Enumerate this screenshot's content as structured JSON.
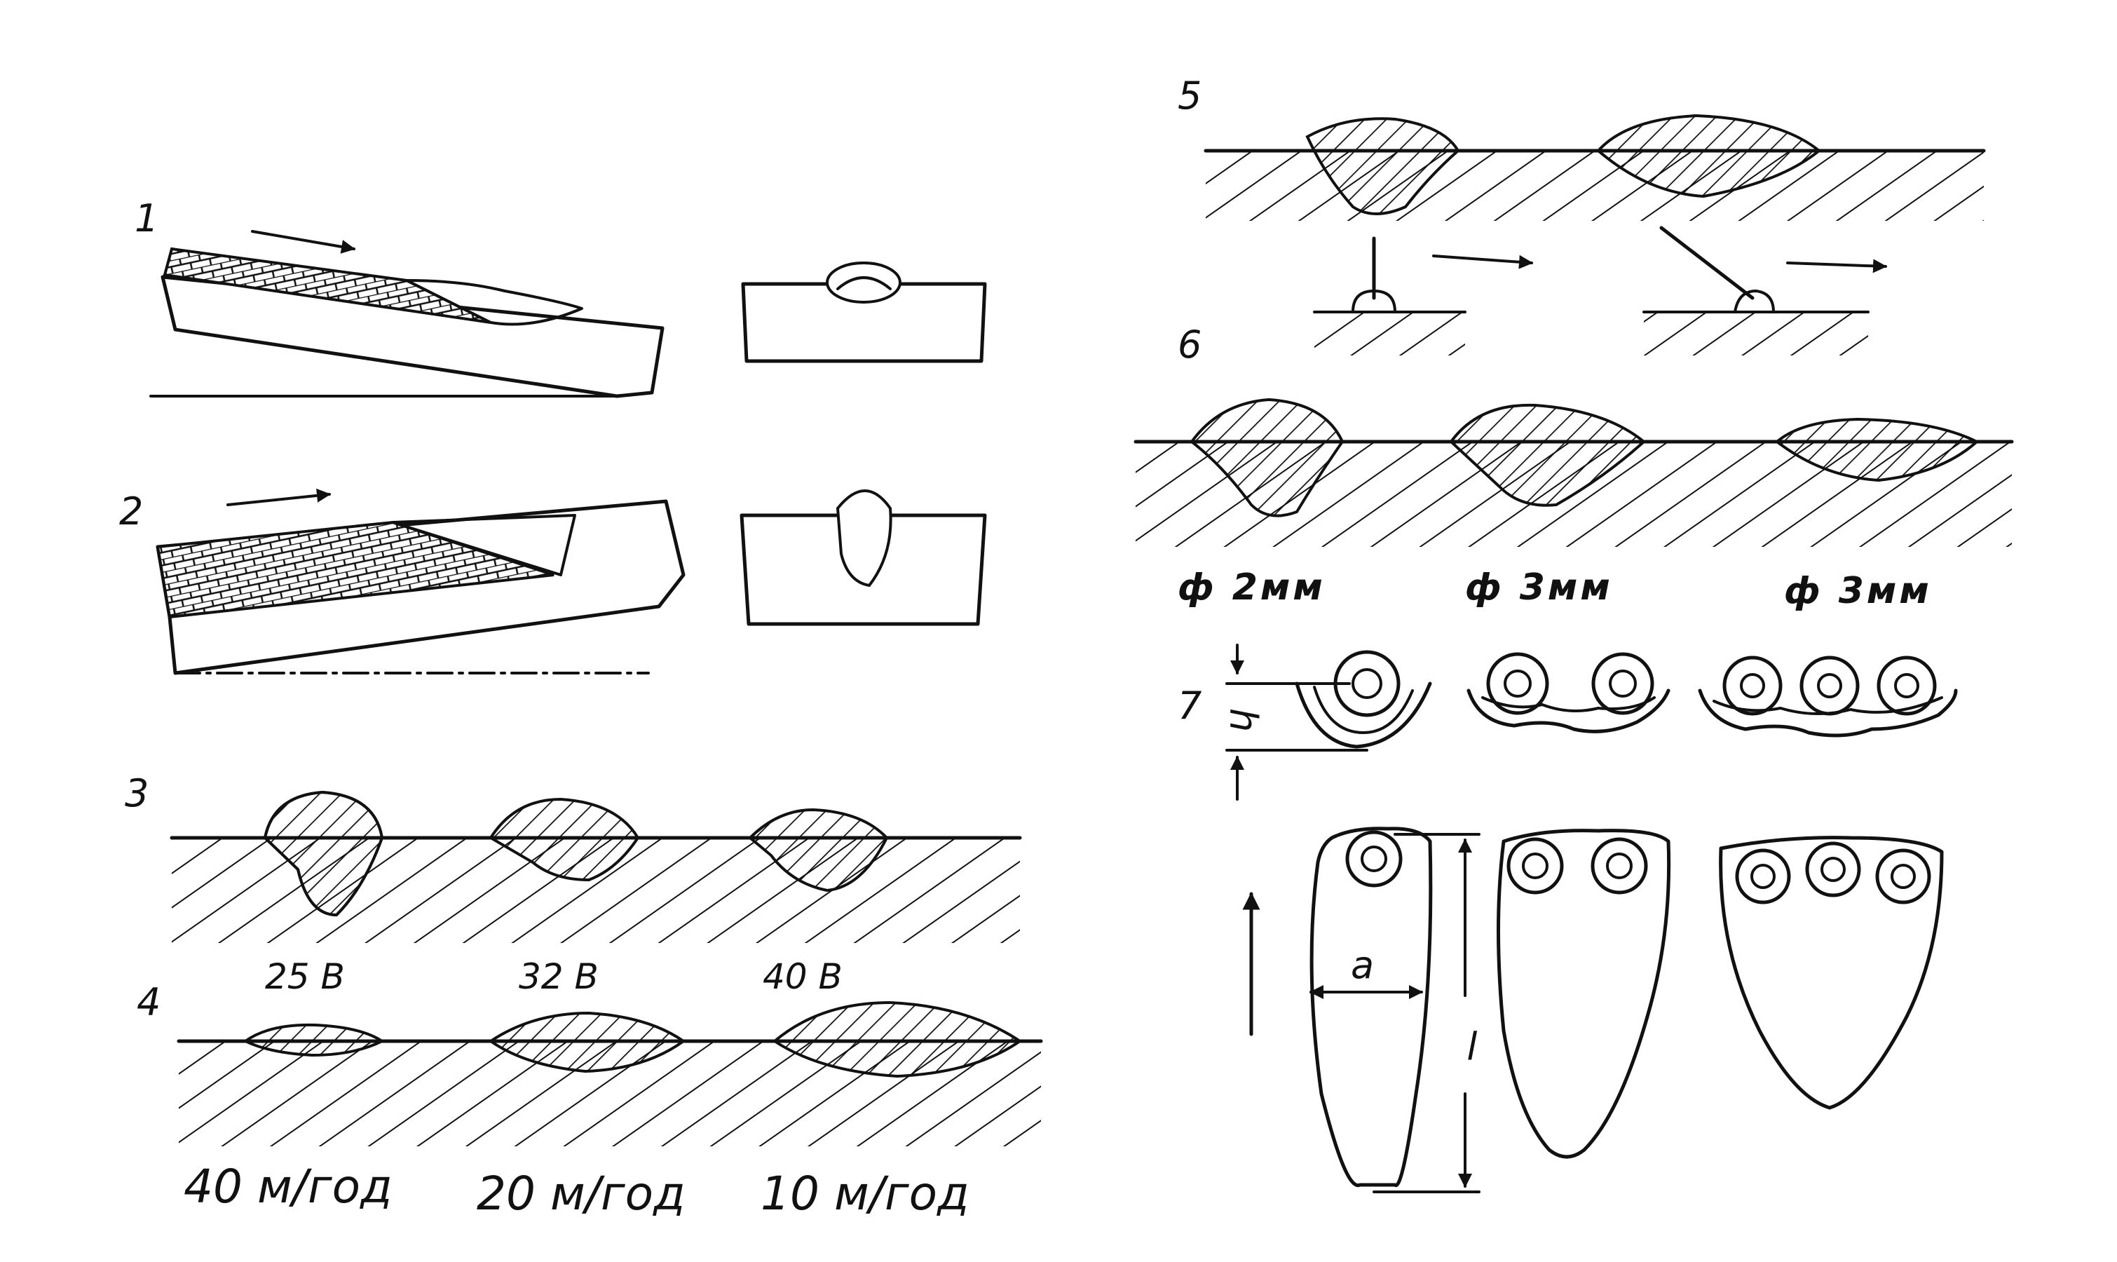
{
  "figure": {
    "panel_numbers": [
      "1",
      "2",
      "3",
      "4",
      "5",
      "6",
      "7"
    ],
    "voltage_labels": [
      "25 В",
      "32 В",
      "40 В"
    ],
    "speed_labels": [
      "40 м/год",
      "20 м/год",
      "10 м/год"
    ],
    "diameter_labels": [
      "ф 2мм",
      "ф 3мм",
      "ф 3мм"
    ],
    "dimension_labels": {
      "height": "h",
      "width": "a",
      "length": "l"
    }
  }
}
